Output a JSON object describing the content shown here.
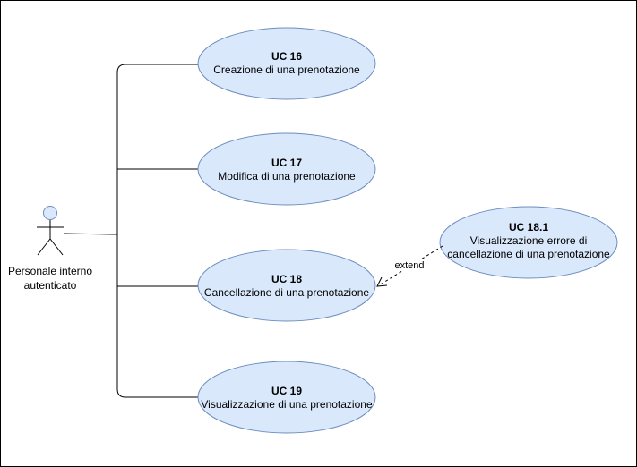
{
  "actor": {
    "label_line1": "Personale interno",
    "label_line2": "autenticato"
  },
  "use_cases": {
    "uc16": {
      "id": "UC 16",
      "text_line1": "Creazione di una prenotazione"
    },
    "uc17": {
      "id": "UC 17",
      "text_line1": "Modifica di una prenotazione"
    },
    "uc18": {
      "id": "UC 18",
      "text_line1": "Cancellazione di una prenotazione"
    },
    "uc19": {
      "id": "UC 19",
      "text_line1": "Visualizzazione di una prenotazione"
    },
    "uc181": {
      "id": "UC 18.1",
      "text_line1": "Visualizzazione errore di",
      "text_line2": "cancellazione di una prenotazione"
    }
  },
  "relations": {
    "extend_label": "extend"
  },
  "colors": {
    "ellipse_fill": "#dae8fc",
    "ellipse_stroke": "#6c8ebf",
    "line": "#000000"
  }
}
